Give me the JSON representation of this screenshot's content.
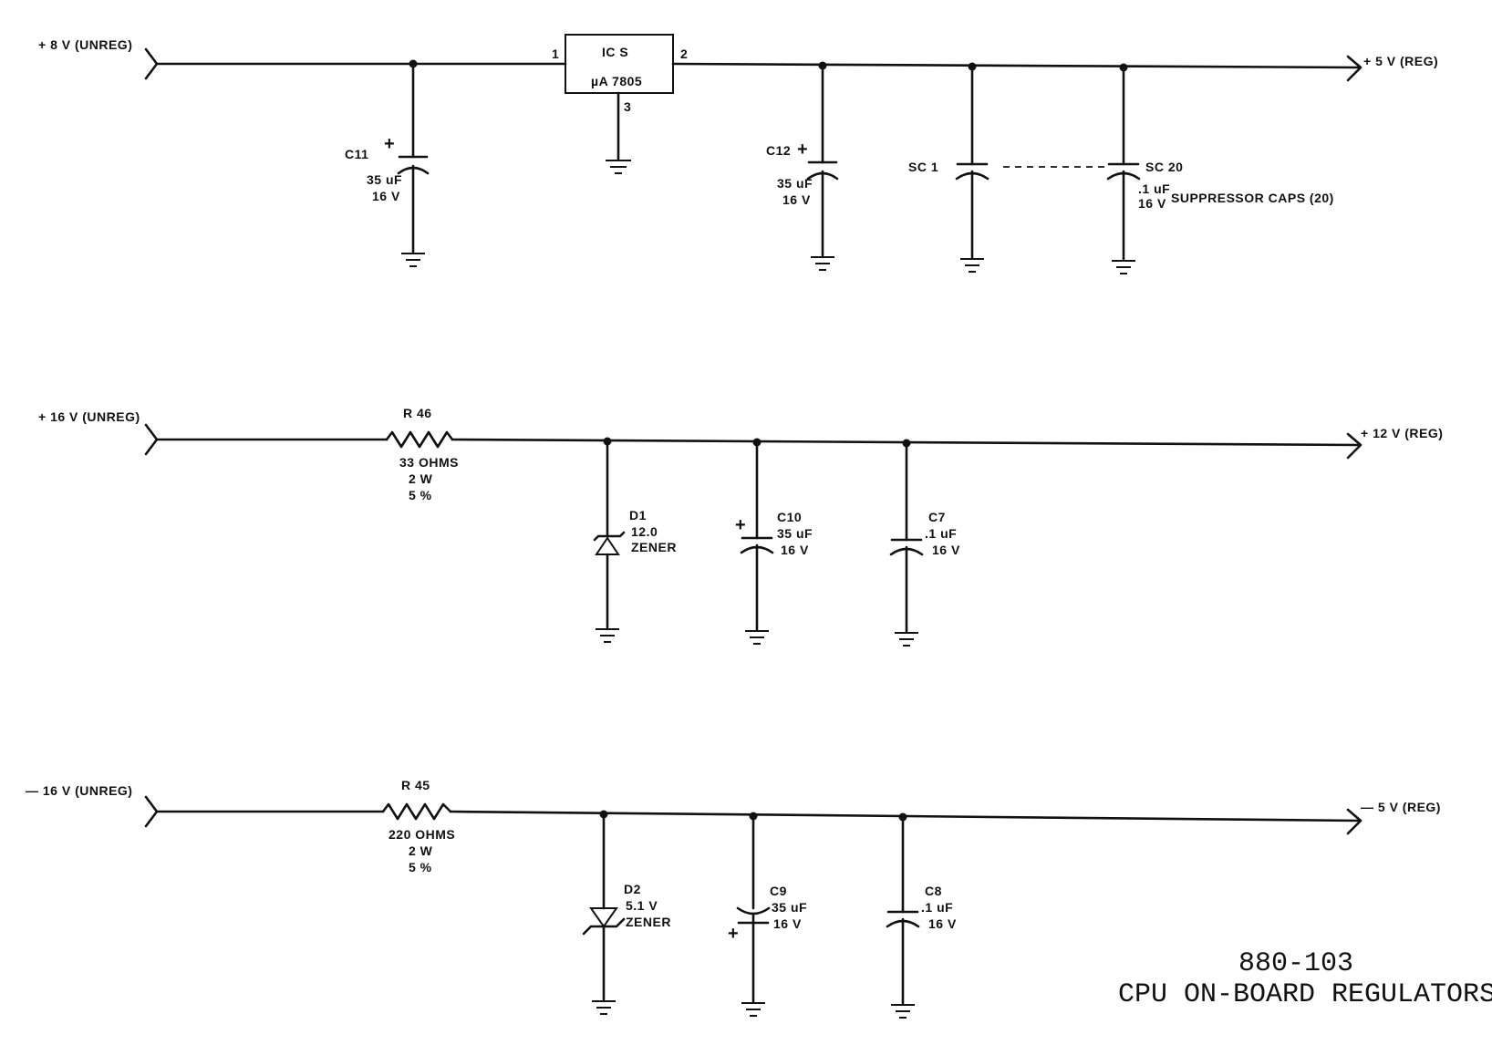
{
  "sections": {
    "plus5": {
      "input_label": "+ 8 V (UNREG)",
      "output_label": "+ 5 V (REG)",
      "regulator": {
        "ref": "IC S",
        "part": "µA 7805",
        "pin_in": "1",
        "pin_out": "2",
        "pin_gnd": "3"
      },
      "c11": {
        "ref": "C11",
        "polarity": "+",
        "value": "35 uF",
        "voltage": "16 V"
      },
      "c12": {
        "ref": "C12",
        "polarity": "+",
        "value": "35 uF",
        "voltage": "16 V"
      },
      "sc1": {
        "ref": "SC 1"
      },
      "sc20": {
        "ref": "SC 20",
        "value": ".1 uF",
        "voltage": "16 V"
      },
      "suppressor_note": "SUPPRESSOR CAPS (20)"
    },
    "plus12": {
      "input_label": "+ 16 V (UNREG)",
      "output_label": "+ 12 V (REG)",
      "r46": {
        "ref": "R 46",
        "value": "33 OHMS",
        "power": "2 W",
        "tolerance": "5 %"
      },
      "d1": {
        "ref": "D1",
        "value": "12.0",
        "type": "ZENER"
      },
      "c10": {
        "ref": "C10",
        "polarity": "+",
        "value": "35 uF",
        "voltage": "16 V"
      },
      "c7": {
        "ref": "C7",
        "value": ".1 uF",
        "voltage": "16 V"
      }
    },
    "minus5": {
      "input_label": "— 16 V (UNREG)",
      "output_label": "— 5 V (REG)",
      "r45": {
        "ref": "R 45",
        "value": "220 OHMS",
        "power": "2 W",
        "tolerance": "5 %"
      },
      "d2": {
        "ref": "D2",
        "value": "5.1 V",
        "type": "ZENER"
      },
      "c9": {
        "ref": "C9",
        "polarity": "+",
        "value": "35 uF",
        "voltage": "16 V"
      },
      "c8": {
        "ref": "C8",
        "value": ".1 uF",
        "voltage": "16 V"
      }
    }
  },
  "title_block": {
    "number": "880-103",
    "title": "CPU ON-BOARD REGULATORS"
  }
}
